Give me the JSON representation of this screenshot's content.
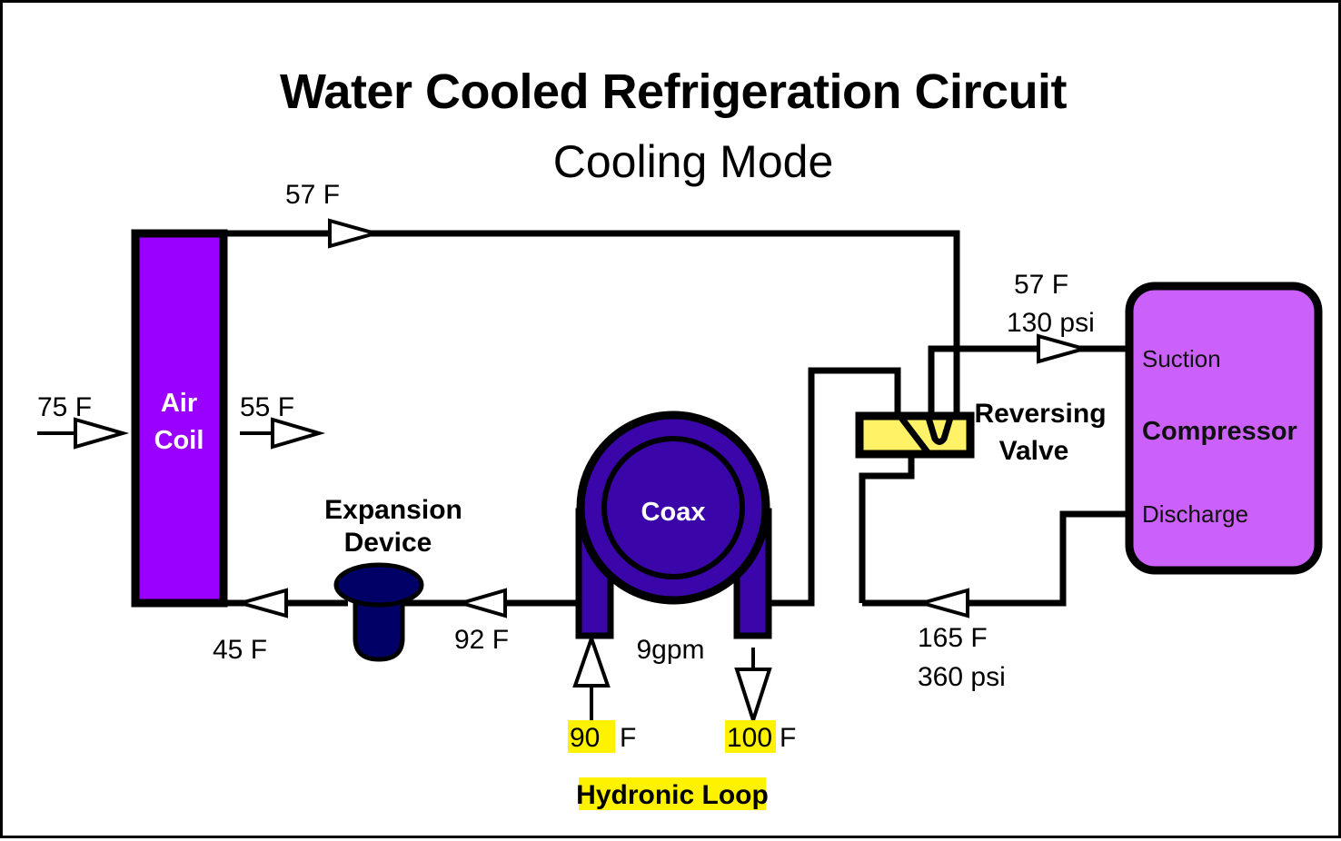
{
  "title": {
    "line1": "Water Cooled Refrigeration Circuit",
    "line2": "Cooling Mode"
  },
  "components": {
    "air_coil": {
      "label_line1": "Air",
      "label_line2": "Coil",
      "color": "#9900FF"
    },
    "coax": {
      "label": "Coax",
      "color": "#3A06AA"
    },
    "expansion_device": {
      "label_line1": "Expansion",
      "label_line2": "Device",
      "color": "#000066"
    },
    "reversing_valve": {
      "label_line1": "Reversing",
      "label_line2": "Valve",
      "color": "#FFF266"
    },
    "compressor": {
      "label": "Compressor",
      "port_suction": "Suction",
      "port_discharge": "Discharge",
      "color": "#CC60FA"
    }
  },
  "labels": {
    "air_in": "75 F",
    "air_out": "55 F",
    "coil_suction_out": "57 F",
    "coil_liquid_in": "45 F",
    "expansion_inlet": "92 F",
    "compressor_suction_temp": "57 F",
    "compressor_suction_press": "130 psi",
    "compressor_discharge_temp": "165 F",
    "compressor_discharge_press": "360 psi",
    "hydronic_flow": "9gpm",
    "hydronic_in": "90",
    "hydronic_in_unit": "F",
    "hydronic_out": "100",
    "hydronic_out_unit": "F",
    "hydronic_loop": "Hydronic Loop"
  },
  "colors": {
    "highlight": "#FFF200",
    "stroke": "#000000",
    "background": "#FFFFFF"
  }
}
